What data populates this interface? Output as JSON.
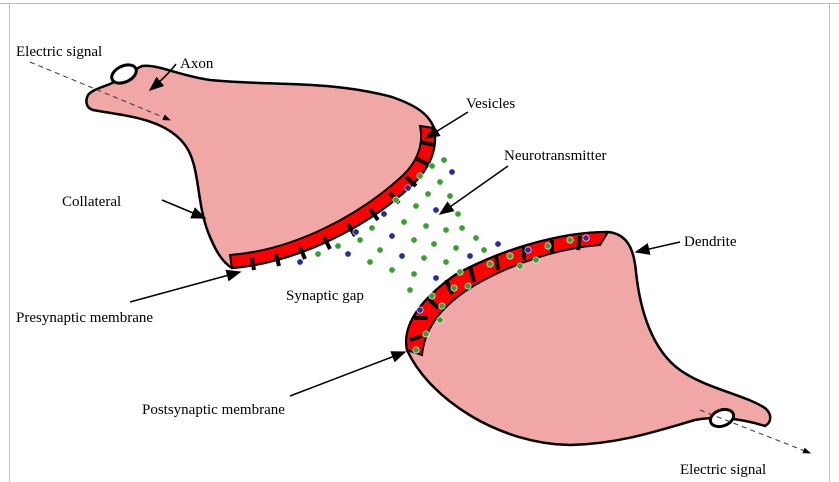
{
  "labels": {
    "electric_signal_in": "Electric signal",
    "axon": "Axon",
    "vesicles": "Vesicles",
    "neurotransmitter": "Neurotransmitter",
    "collateral": "Collateral",
    "dendrite": "Dendrite",
    "synaptic_gap": "Synaptic gap",
    "presynaptic_membrane": "Presynaptic membrane",
    "postsynaptic_membrane": "Postsynaptic membrane",
    "electric_signal_out": "Electric signal"
  },
  "colors": {
    "cell_fill": "#f0a7a6",
    "membrane_red": "#ff0000",
    "outline": "#000000",
    "vesicle_green": "#3aa12f",
    "vesicle_blue": "#2b2b9a"
  }
}
